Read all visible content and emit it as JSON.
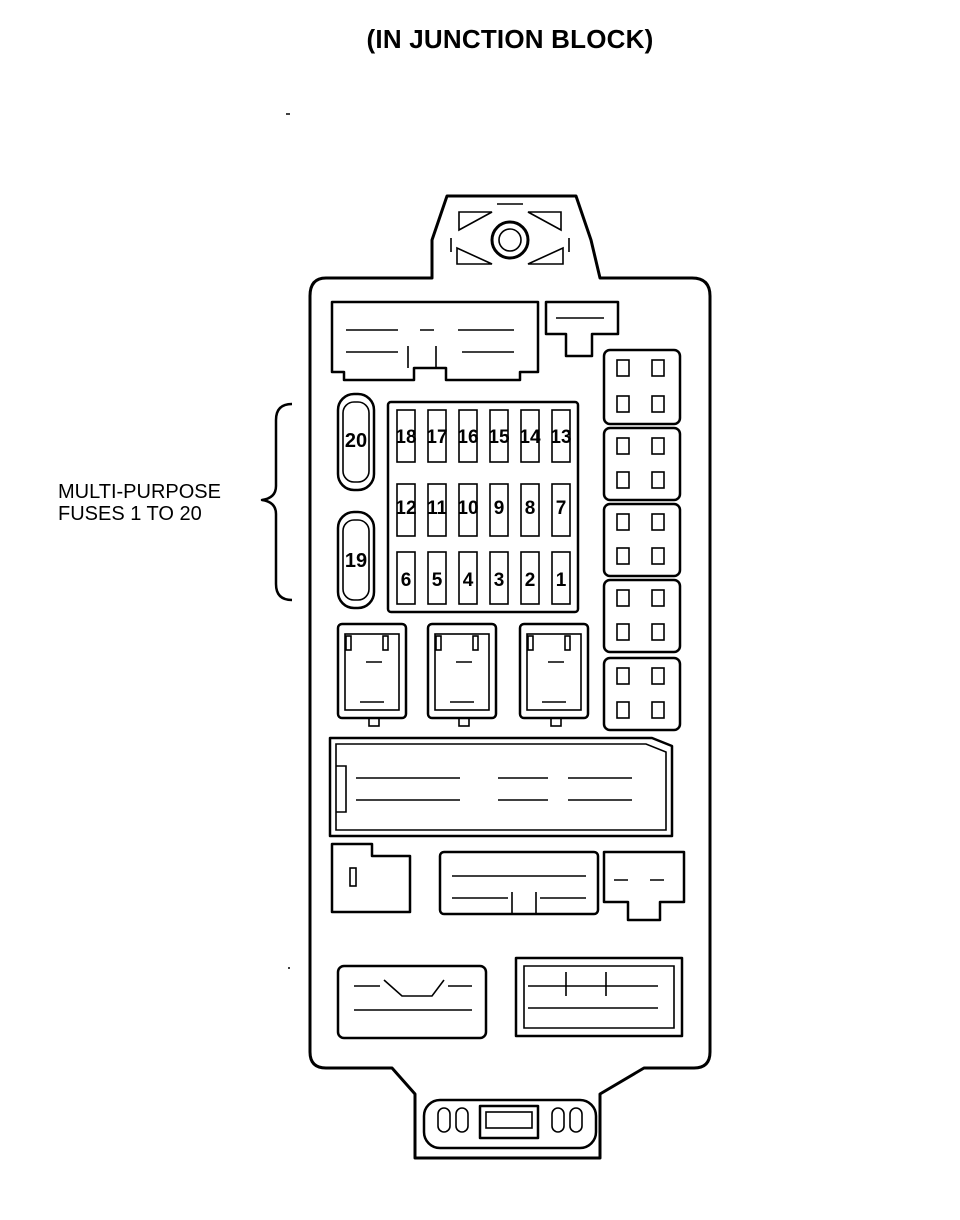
{
  "title": "(IN JUNCTION BLOCK)",
  "fuse_label": {
    "line1": "MULTI-PURPOSE",
    "line2": "FUSES 1 TO 20"
  },
  "large_fuses": [
    "20",
    "19"
  ],
  "fuse_rows": [
    [
      "18",
      "17",
      "16",
      "15",
      "14",
      "13"
    ],
    [
      "12",
      "11",
      "10",
      "9",
      "8",
      "7"
    ],
    [
      "6",
      "5",
      "4",
      "3",
      "2",
      "1"
    ]
  ]
}
